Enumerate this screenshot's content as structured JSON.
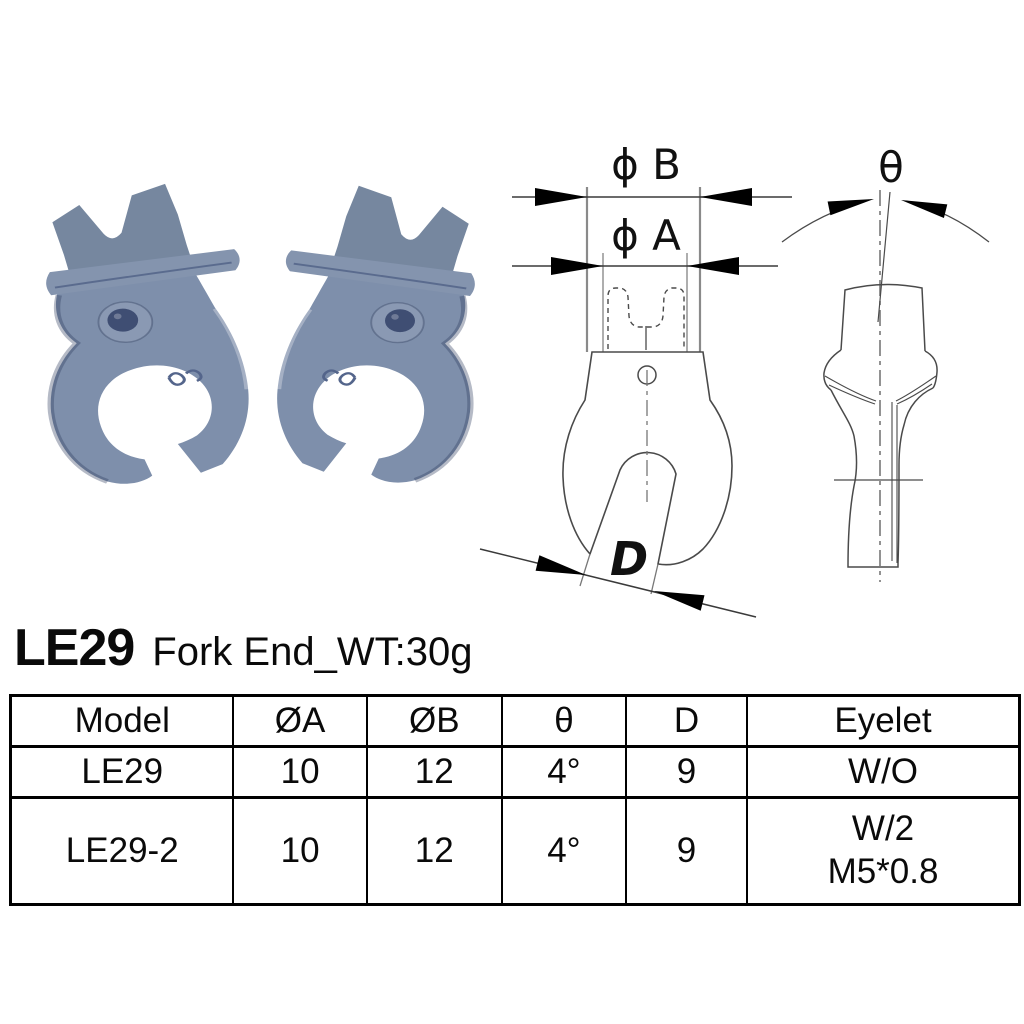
{
  "header": {
    "model": "LE29",
    "description": "Fork End_WT:30g"
  },
  "photos": {
    "metal_color": "#7e8fab",
    "hole_color": "#3f4e73",
    "left_photo": "fork-end part, left orientation",
    "right_photo": "fork-end part, right orientation (mirrored)"
  },
  "drawing": {
    "front_view": {
      "dia_b_label": "ϕ B",
      "dia_a_label": "ϕ A",
      "d_label": "D"
    },
    "side_view": {
      "theta_label": "θ"
    }
  },
  "table": {
    "headers": [
      "Model",
      "ØA",
      "ØB",
      "θ",
      "D",
      "Eyelet"
    ],
    "rows": [
      {
        "model": "LE29",
        "dia_a": "10",
        "dia_b": "12",
        "theta": "4°",
        "d": "9",
        "eyelet_line1": "W/O",
        "eyelet_line2": ""
      },
      {
        "model": "LE29-2",
        "dia_a": "10",
        "dia_b": "12",
        "theta": "4°",
        "d": "9",
        "eyelet_line1": "W/2",
        "eyelet_line2": "M5*0.8"
      }
    ]
  }
}
